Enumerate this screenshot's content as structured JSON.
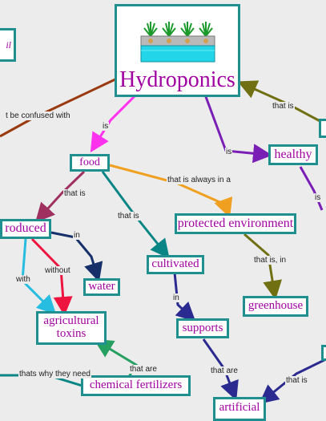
{
  "nodes": {
    "hydroponics": "Hydroponics",
    "food": "food",
    "healthy": "healthy",
    "produced": "roduced",
    "protected_environment": "protected environment",
    "cultivated": "cultivated",
    "water": "water",
    "agricultural_toxins_line1": "agricultural",
    "agricultural_toxins_line2": "toxins",
    "greenhouse": "greenhouse",
    "supports": "supports",
    "chemical_fertilizers": "chemical fertilizers",
    "artificial": "artificial",
    "soil_fragment": "il"
  },
  "link_labels": {
    "confused_with": "t be confused with",
    "is_food": "is",
    "is_healthy": "is",
    "that_is_right": "that is",
    "is_right_edge": "is",
    "always_in": "that is always in a",
    "food_produced": "that is",
    "food_cultivated": "that is",
    "in_water": "in",
    "with": "with",
    "without": "without",
    "that_is_in": "that is, in",
    "in_supports": "in",
    "that_are_toxins": "that are",
    "thats_why": "thats why they need",
    "that_are_artificial": "that are",
    "that_is_bottom_right": "that is"
  },
  "colors": {
    "node_border": "#1f8f8f",
    "node_text": "#a000a0",
    "background": "#ececec",
    "brown": "#9a3a10",
    "magenta": "#ff33ee",
    "purple": "#7a1fb5",
    "olive": "#707013",
    "orange": "#f0a020",
    "maroon": "#a03060",
    "teal": "#0a8585",
    "navy": "#18306a",
    "cyan": "#27bde0",
    "red": "#ee1440",
    "darkblue": "#2a2a90",
    "green": "#26a060"
  }
}
